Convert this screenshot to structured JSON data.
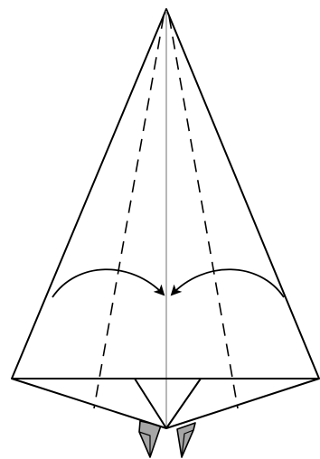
{
  "diagram": {
    "kind": "origami-fold-step",
    "colors": {
      "line": "#000000",
      "center_crease": "#9a9a9a",
      "flap_fill": "#a6a6a6",
      "paper": "#ffffff"
    },
    "lines": {
      "outline": "solid",
      "valley_folds": "dashed",
      "center_crease": "thin-gray"
    },
    "arrows": [
      {
        "name": "fold-arrow-left",
        "direction": "toward-center"
      },
      {
        "name": "fold-arrow-right",
        "direction": "toward-center"
      }
    ]
  }
}
